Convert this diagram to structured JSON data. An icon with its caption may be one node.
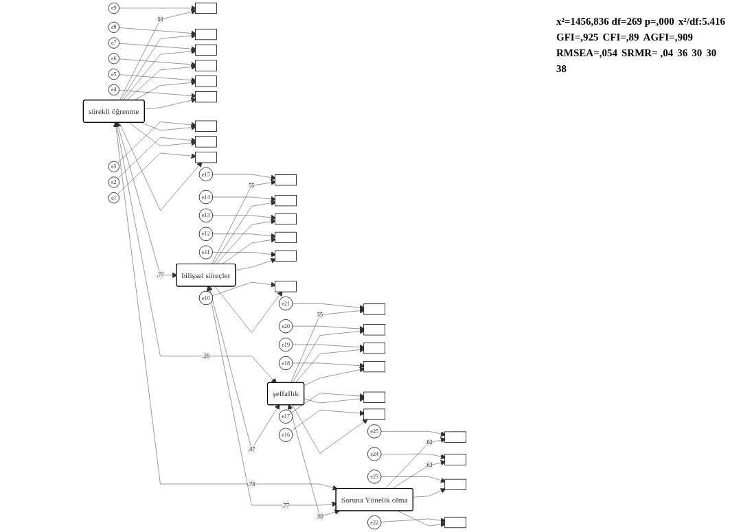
{
  "diagram": {
    "nodes": [
      {
        "text": [
          "e9"
        ]
      },
      {
        "text": [
          "e8"
        ]
      },
      {
        "text": [
          "e7"
        ]
      },
      {
        "text": [
          "e6"
        ]
      },
      {
        "text": [
          "e5"
        ]
      },
      {
        "text": [
          "e4"
        ]
      },
      {
        "text": [
          "e3"
        ]
      },
      {
        "text": [
          "e2"
        ]
      },
      {
        "text": [
          "e1"
        ]
      },
      {
        "text": [],
        "shape": "box"
      },
      {
        "text": [],
        "shape": "box"
      },
      {
        "text": [],
        "shape": "box"
      },
      {
        "text": [],
        "shape": "box"
      },
      {
        "text": [],
        "shape": "box"
      },
      {
        "text": [],
        "shape": "box"
      },
      {
        "text": [],
        "shape": "box"
      },
      {
        "text": [],
        "shape": "box"
      },
      {
        "text": [],
        "shape": "box"
      },
      {
        "text": [
          "sürekli öğrenme"
        ]
      },
      {
        "text": [
          "e15"
        ]
      },
      {
        "text": [
          "e14"
        ]
      },
      {
        "text": [
          "e13"
        ]
      },
      {
        "text": [
          "e12"
        ]
      },
      {
        "text": [
          "e11"
        ]
      },
      {
        "text": [
          "e10"
        ]
      },
      {
        "text": [],
        "shape": "box"
      },
      {
        "text": [],
        "shape": "box"
      },
      {
        "text": [],
        "shape": "box"
      },
      {
        "text": [],
        "shape": "box"
      },
      {
        "text": [],
        "shape": "box"
      },
      {
        "text": [],
        "shape": "box"
      },
      {
        "text": [
          "bilişsel süreçler"
        ]
      },
      {
        "text": [
          "e21"
        ]
      },
      {
        "text": [
          "e20"
        ]
      },
      {
        "text": [
          "e19"
        ]
      },
      {
        "text": [
          "e18"
        ]
      },
      {
        "text": [
          "e17"
        ]
      },
      {
        "text": [
          "e16"
        ]
      },
      {
        "text": [],
        "shape": "box"
      },
      {
        "text": [],
        "shape": "box"
      },
      {
        "text": [],
        "shape": "box"
      },
      {
        "text": [],
        "shape": "box"
      },
      {
        "text": [],
        "shape": "box"
      },
      {
        "text": [],
        "shape": "box"
      },
      {
        "text": [
          "şeffaflık"
        ]
      },
      {
        "text": [
          "e25"
        ]
      },
      {
        "text": [
          "e24"
        ]
      },
      {
        "text": [
          "e23"
        ]
      },
      {
        "text": [
          "e22"
        ]
      },
      {
        "text": [],
        "shape": "box"
      },
      {
        "text": [],
        "shape": "box"
      },
      {
        "text": [],
        "shape": "box"
      },
      {
        "text": [],
        "shape": "box"
      },
      {
        "text": [
          "Soruna Yönelik olma"
        ]
      }
    ],
    "edges": [
      {
        "from": 0,
        "to": 9,
        "arrow": "to"
      },
      {
        "from": 1,
        "to": 10,
        "arrow": "to"
      },
      {
        "from": 2,
        "to": 11,
        "arrow": "to"
      },
      {
        "from": 3,
        "to": 12,
        "arrow": "to"
      },
      {
        "from": 4,
        "to": 13,
        "arrow": "to"
      },
      {
        "from": 5,
        "to": 14,
        "arrow": "to"
      },
      {
        "from": 6,
        "to": 15,
        "arrow": "to"
      },
      {
        "from": 7,
        "to": 16,
        "arrow": "to"
      },
      {
        "from": 8,
        "to": 17,
        "arrow": "to"
      },
      {
        "from": 18,
        "to": 9,
        "arrow": "to",
        "label": "60"
      },
      {
        "from": 18,
        "to": 10,
        "arrow": "to"
      },
      {
        "from": 18,
        "to": 11,
        "arrow": "to"
      },
      {
        "from": 18,
        "to": 12,
        "arrow": "to"
      },
      {
        "from": 18,
        "to": 13,
        "arrow": "to"
      },
      {
        "from": 18,
        "to": 14,
        "arrow": "to"
      },
      {
        "from": 18,
        "to": 15,
        "arrow": "to"
      },
      {
        "from": 18,
        "to": 16,
        "arrow": "to"
      },
      {
        "from": 18,
        "to": 17,
        "arrow": "to"
      },
      {
        "from": 19,
        "to": 25,
        "arrow": "to"
      },
      {
        "from": 20,
        "to": 26,
        "arrow": "to"
      },
      {
        "from": 21,
        "to": 27,
        "arrow": "to"
      },
      {
        "from": 22,
        "to": 28,
        "arrow": "to"
      },
      {
        "from": 23,
        "to": 29,
        "arrow": "to"
      },
      {
        "from": 24,
        "to": 30,
        "arrow": "to"
      },
      {
        "from": 31,
        "to": 25,
        "arrow": "to",
        "label": "55"
      },
      {
        "from": 31,
        "to": 26,
        "arrow": "to"
      },
      {
        "from": 31,
        "to": 27,
        "arrow": "to"
      },
      {
        "from": 31,
        "to": 28,
        "arrow": "to"
      },
      {
        "from": 31,
        "to": 29,
        "arrow": "to"
      },
      {
        "from": 31,
        "to": 30,
        "arrow": "to"
      },
      {
        "from": 32,
        "to": 38,
        "arrow": "to"
      },
      {
        "from": 33,
        "to": 39,
        "arrow": "to"
      },
      {
        "from": 34,
        "to": 40,
        "arrow": "to"
      },
      {
        "from": 35,
        "to": 41,
        "arrow": "to"
      },
      {
        "from": 36,
        "to": 42,
        "arrow": "to"
      },
      {
        "from": 37,
        "to": 43,
        "arrow": "to"
      },
      {
        "from": 44,
        "to": 38,
        "arrow": "to",
        "label": "55"
      },
      {
        "from": 44,
        "to": 39,
        "arrow": "to"
      },
      {
        "from": 44,
        "to": 40,
        "arrow": "to"
      },
      {
        "from": 44,
        "to": 41,
        "arrow": "to"
      },
      {
        "from": 44,
        "to": 42,
        "arrow": "to"
      },
      {
        "from": 44,
        "to": 43,
        "arrow": "to"
      },
      {
        "from": 45,
        "to": 49,
        "arrow": "to"
      },
      {
        "from": 46,
        "to": 50,
        "arrow": "to"
      },
      {
        "from": 47,
        "to": 51,
        "arrow": "to"
      },
      {
        "from": 48,
        "to": 52,
        "arrow": "to"
      },
      {
        "from": 53,
        "to": 49,
        "arrow": "to",
        "label": ".62"
      },
      {
        "from": 53,
        "to": 50,
        "arrow": "to",
        "label": ".63"
      },
      {
        "from": 53,
        "to": 51,
        "arrow": "to"
      },
      {
        "from": 53,
        "to": 52,
        "arrow": "to"
      },
      {
        "from": 18,
        "to": 31,
        "arrow": "both",
        "label": ",77"
      },
      {
        "from": 18,
        "to": 44,
        "arrow": "both",
        "label": ",26"
      },
      {
        "from": 18,
        "to": 53,
        "arrow": "both",
        "label": ",74"
      },
      {
        "from": 31,
        "to": 44,
        "arrow": "both",
        "label": ",47"
      },
      {
        "from": 31,
        "to": 53,
        "arrow": "both",
        "label": ",77"
      },
      {
        "from": 44,
        "to": 53,
        "arrow": "both",
        "label": ",92"
      }
    ],
    "labels": [
      "x²=1456,836 df=269 p=,000",
      "x²/df:5.416",
      "GFI=,925",
      "CFI=,89",
      "AGFI=,909",
      "RMSEA=,054",
      "SRMR= ,04",
      "36",
      "30",
      "30",
      "38"
    ]
  }
}
